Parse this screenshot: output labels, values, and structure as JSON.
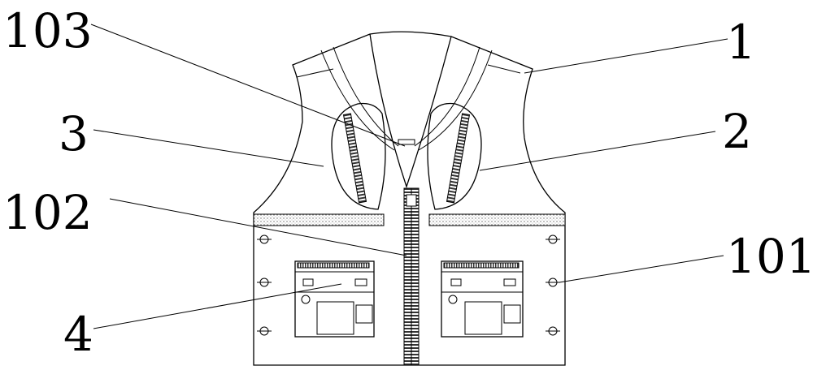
{
  "labels": {
    "l103": "103",
    "l1": "1",
    "l3": "3",
    "l2": "2",
    "l102": "102",
    "l101": "101",
    "l4": "4"
  },
  "colors": {
    "line": "#000000",
    "background": "#ffffff",
    "band": "#d9d9d9"
  }
}
